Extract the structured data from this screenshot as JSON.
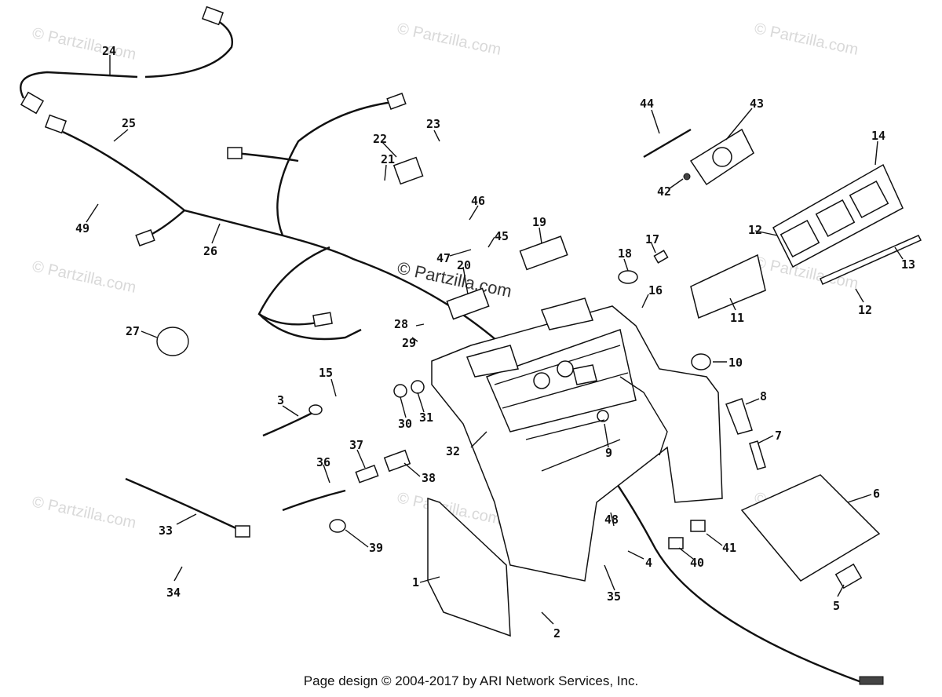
{
  "watermark": "© Partzilla.com",
  "footer": "Page design © 2004-2017 by ARI Network Services, Inc.",
  "parts": [
    {
      "id": "1",
      "label": "1"
    },
    {
      "id": "2",
      "label": "2"
    },
    {
      "id": "3",
      "label": "3"
    },
    {
      "id": "4",
      "label": "4"
    },
    {
      "id": "5",
      "label": "5"
    },
    {
      "id": "6",
      "label": "6"
    },
    {
      "id": "7",
      "label": "7"
    },
    {
      "id": "8",
      "label": "8"
    },
    {
      "id": "9",
      "label": "9"
    },
    {
      "id": "10",
      "label": "10"
    },
    {
      "id": "11",
      "label": "11"
    },
    {
      "id": "12a",
      "label": "12"
    },
    {
      "id": "12b",
      "label": "12"
    },
    {
      "id": "13",
      "label": "13"
    },
    {
      "id": "14",
      "label": "14"
    },
    {
      "id": "15",
      "label": "15"
    },
    {
      "id": "16",
      "label": "16"
    },
    {
      "id": "17",
      "label": "17"
    },
    {
      "id": "18",
      "label": "18"
    },
    {
      "id": "19",
      "label": "19"
    },
    {
      "id": "20",
      "label": "20"
    },
    {
      "id": "21",
      "label": "21"
    },
    {
      "id": "22",
      "label": "22"
    },
    {
      "id": "23",
      "label": "23"
    },
    {
      "id": "24",
      "label": "24"
    },
    {
      "id": "25",
      "label": "25"
    },
    {
      "id": "26",
      "label": "26"
    },
    {
      "id": "27",
      "label": "27"
    },
    {
      "id": "28",
      "label": "28"
    },
    {
      "id": "29",
      "label": "29"
    },
    {
      "id": "30",
      "label": "30"
    },
    {
      "id": "31",
      "label": "31"
    },
    {
      "id": "32",
      "label": "32"
    },
    {
      "id": "33",
      "label": "33"
    },
    {
      "id": "34",
      "label": "34"
    },
    {
      "id": "35",
      "label": "35"
    },
    {
      "id": "36",
      "label": "36"
    },
    {
      "id": "37",
      "label": "37"
    },
    {
      "id": "38",
      "label": "38"
    },
    {
      "id": "39",
      "label": "39"
    },
    {
      "id": "40",
      "label": "40"
    },
    {
      "id": "41",
      "label": "41"
    },
    {
      "id": "42",
      "label": "42"
    },
    {
      "id": "43",
      "label": "43"
    },
    {
      "id": "44",
      "label": "44"
    },
    {
      "id": "45",
      "label": "45"
    },
    {
      "id": "46",
      "label": "46"
    },
    {
      "id": "47",
      "label": "47"
    },
    {
      "id": "48",
      "label": "48"
    },
    {
      "id": "49",
      "label": "49"
    }
  ]
}
